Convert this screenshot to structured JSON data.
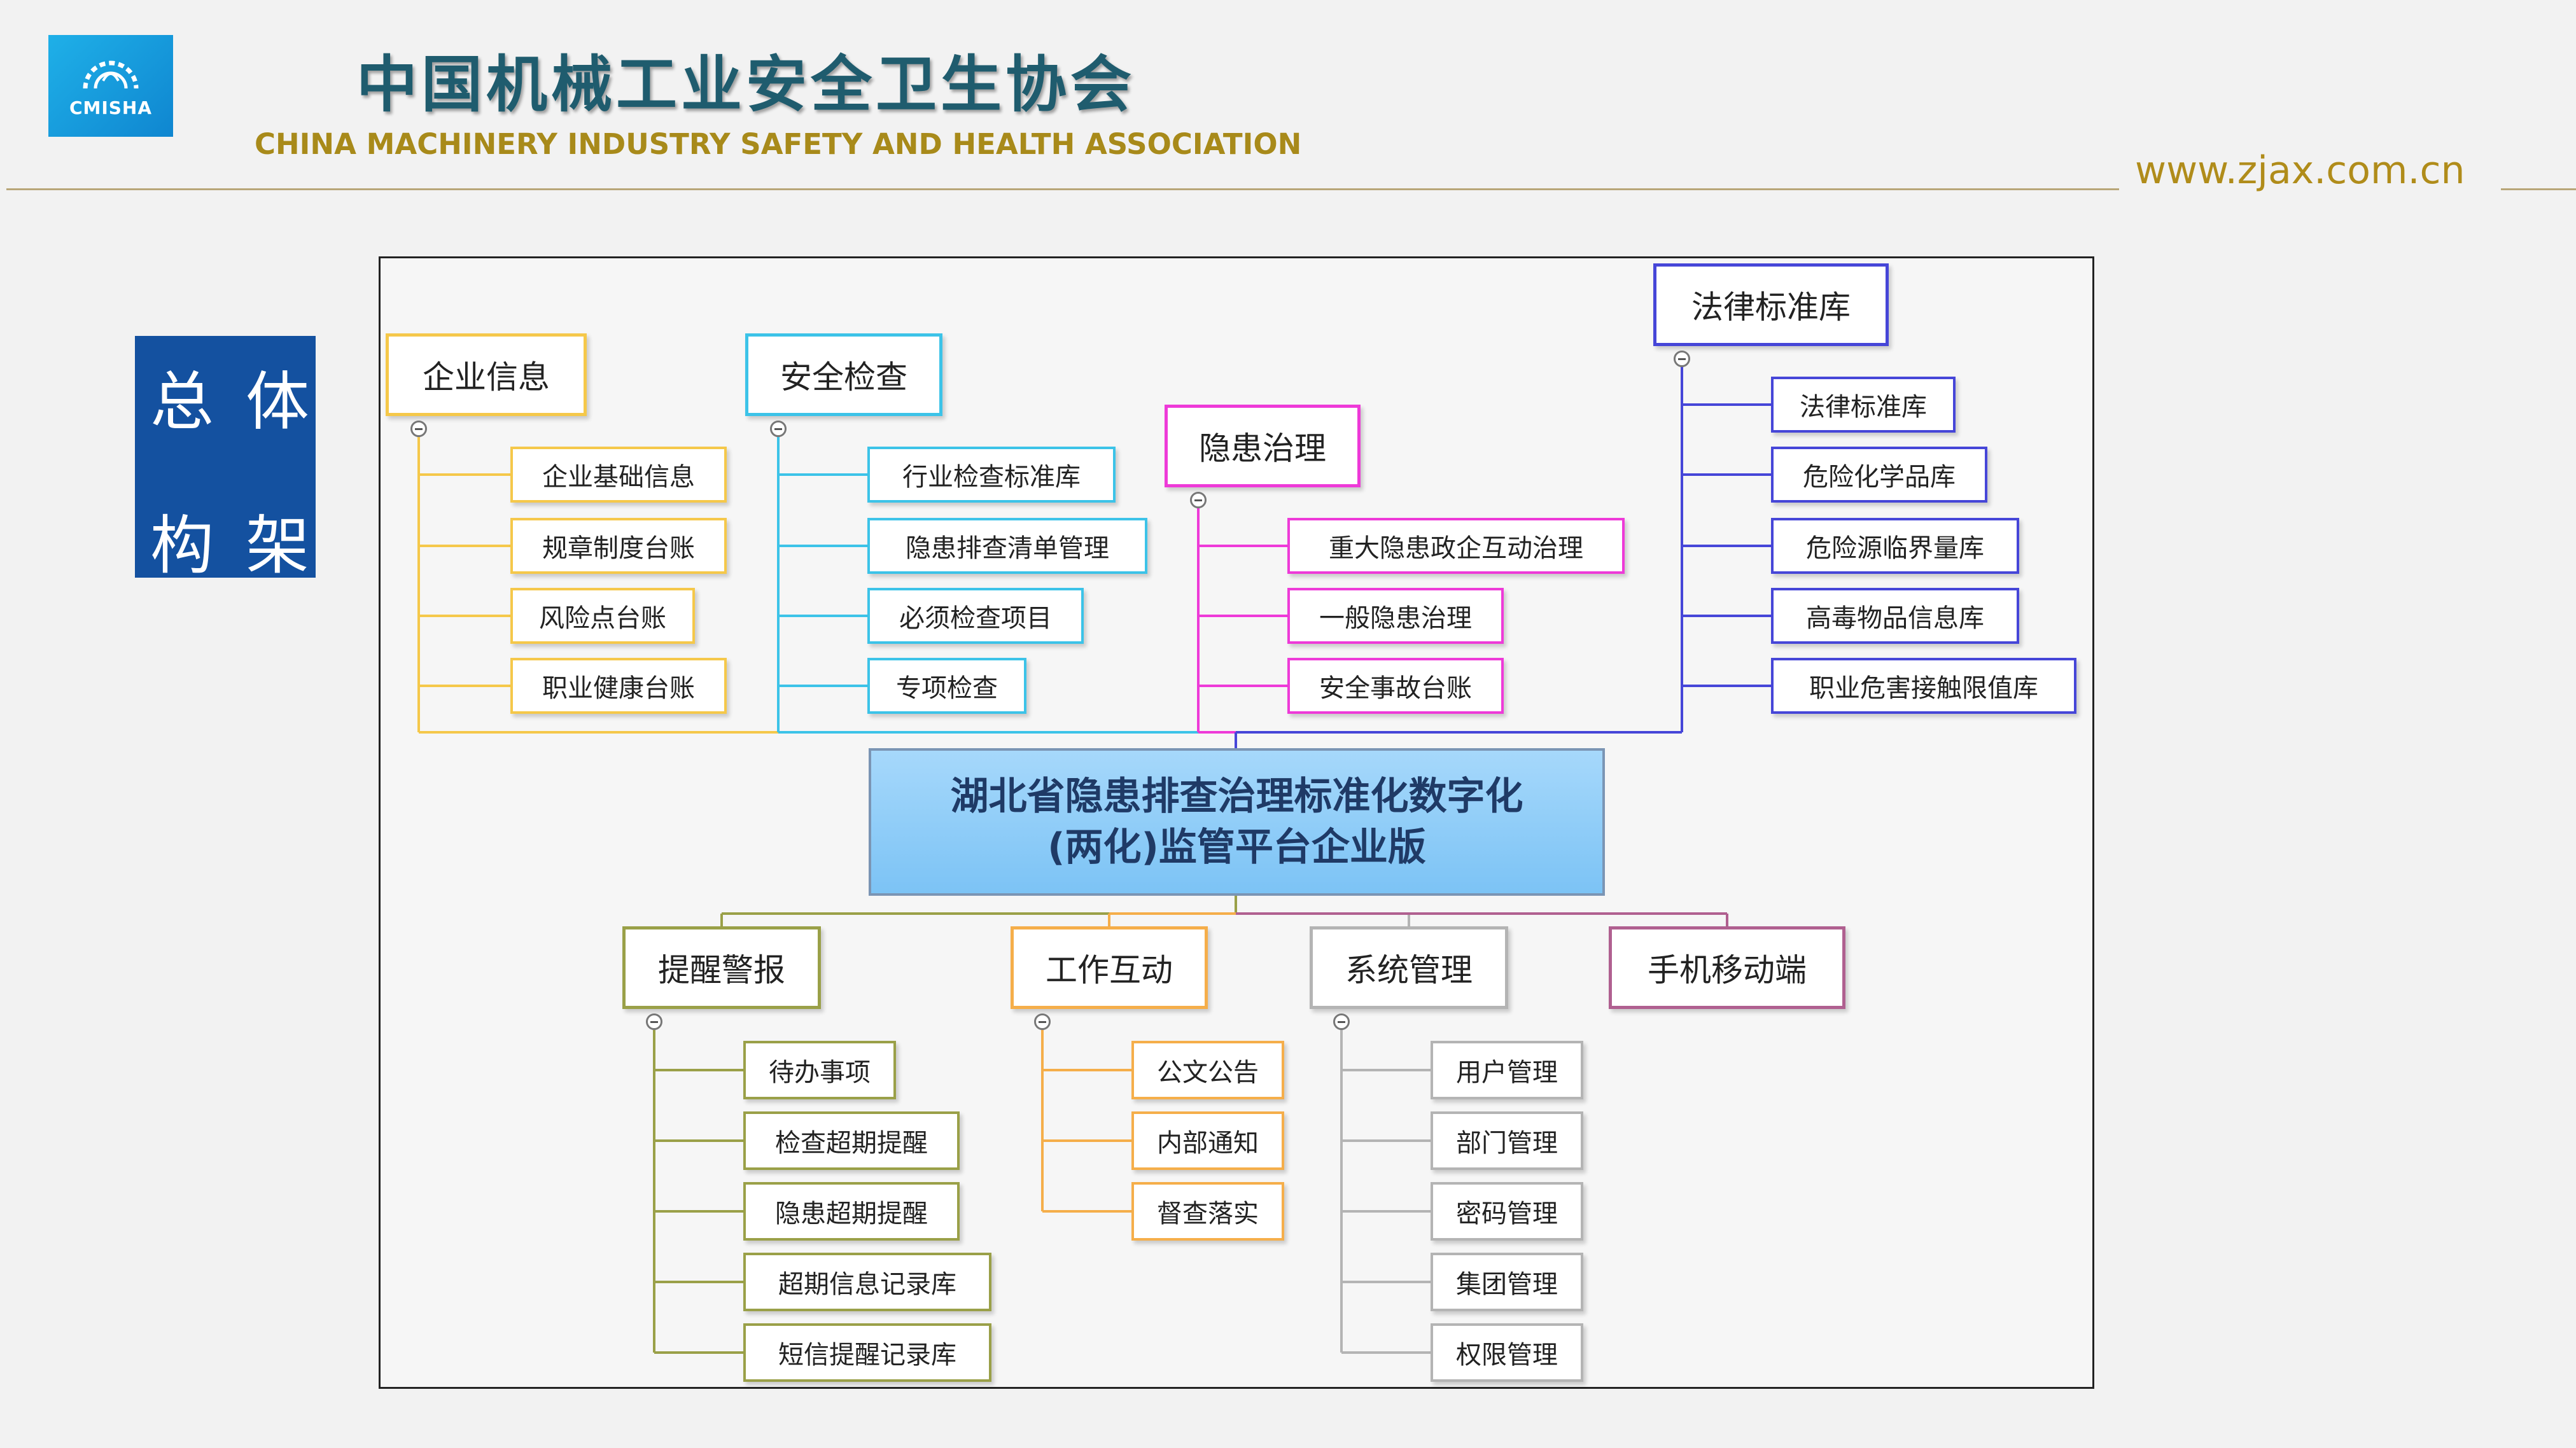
{
  "header": {
    "logo_text": "CMISHA",
    "title_cn": "中国机械工业安全卫生协会",
    "title_en": "CHINA MACHINERY INDUSTRY SAFETY AND HEALTH ASSOCIATION",
    "url": "www.zjax.com.cn"
  },
  "side_label": {
    "line1": "总体",
    "line2": "构架"
  },
  "diagram": {
    "root": {
      "line1": "湖北省隐患排查治理标准化数字化",
      "line2": "(两化)监管平台企业版"
    },
    "top_branches": [
      {
        "label": "企业信息",
        "color": "#f5c84a",
        "children": [
          "企业基础信息",
          "规章制度台账",
          "风险点台账",
          "职业健康台账"
        ]
      },
      {
        "label": "安全检查",
        "color": "#3cc3e8",
        "children": [
          "行业检查标准库",
          "隐患排查清单管理",
          "必须检查项目",
          "专项检查"
        ]
      },
      {
        "label": "隐患治理",
        "color": "#ee3ad8",
        "children": [
          "重大隐患政企互动治理",
          "一般隐患治理",
          "安全事故台账"
        ]
      },
      {
        "label": "法律标准库",
        "color": "#4646d8",
        "children": [
          "法律标准库",
          "危险化学品库",
          "危险源临界量库",
          "高毒物品信息库",
          "职业危害接触限值库"
        ]
      }
    ],
    "bottom_branches": [
      {
        "label": "提醒警报",
        "color": "#9aa048",
        "children": [
          "待办事项",
          "检查超期提醒",
          "隐患超期提醒",
          "超期信息记录库",
          "短信提醒记录库"
        ]
      },
      {
        "label": "工作互动",
        "color": "#f5ae4a",
        "children": [
          "公文公告",
          "内部通知",
          "督查落实"
        ]
      },
      {
        "label": "系统管理",
        "color": "#b4b4b4",
        "children": [
          "用户管理",
          "部门管理",
          "密码管理",
          "集团管理",
          "权限管理"
        ]
      },
      {
        "label": "手机移动端",
        "color": "#b06090",
        "children": []
      }
    ]
  }
}
